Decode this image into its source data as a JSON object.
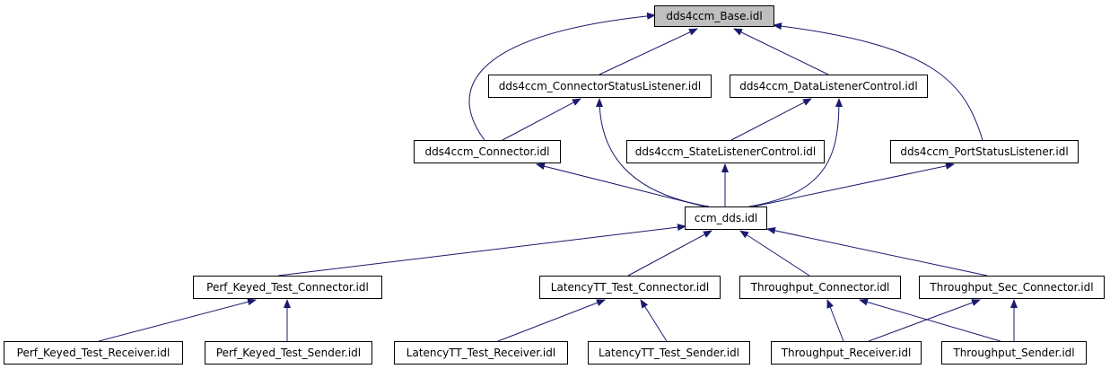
{
  "nodes": {
    "base": "dds4ccm_Base.idl",
    "connector_status_listener": "dds4ccm_ConnectorStatusListener.idl",
    "data_listener_control": "dds4ccm_DataListenerControl.idl",
    "connector": "dds4ccm_Connector.idl",
    "state_listener_control": "dds4ccm_StateListenerControl.idl",
    "port_status_listener": "dds4ccm_PortStatusListener.idl",
    "ccm_dds": "ccm_dds.idl",
    "perf_keyed_test_connector": "Perf_Keyed_Test_Connector.idl",
    "latencytt_test_connector": "LatencyTT_Test_Connector.idl",
    "throughput_connector": "Throughput_Connector.idl",
    "throughput_sec_connector": "Throughput_Sec_Connector.idl",
    "perf_keyed_test_receiver": "Perf_Keyed_Test_Receiver.idl",
    "perf_keyed_test_sender": "Perf_Keyed_Test_Sender.idl",
    "latencytt_test_receiver": "LatencyTT_Test_Receiver.idl",
    "latencytt_test_sender": "LatencyTT_Test_Sender.idl",
    "throughput_receiver": "Throughput_Receiver.idl",
    "throughput_sender": "Throughput_Sender.idl"
  },
  "colors": {
    "root_fill": "#bfbfbf",
    "node_fill": "#ffffff",
    "edge": "#191970"
  }
}
